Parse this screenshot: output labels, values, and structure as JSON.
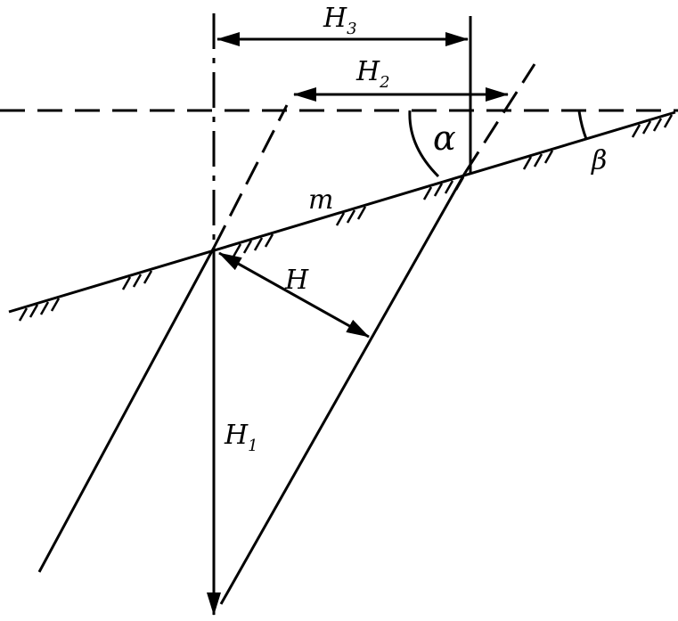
{
  "labels": {
    "h3": "H",
    "h3_sub": "3",
    "h2": "H",
    "h2_sub": "2",
    "h1": "H",
    "h1_sub": "1",
    "h": "H",
    "m": "m",
    "alpha": "α",
    "beta": "β"
  },
  "colors": {
    "stroke": "#000000",
    "background": "#ffffff"
  }
}
